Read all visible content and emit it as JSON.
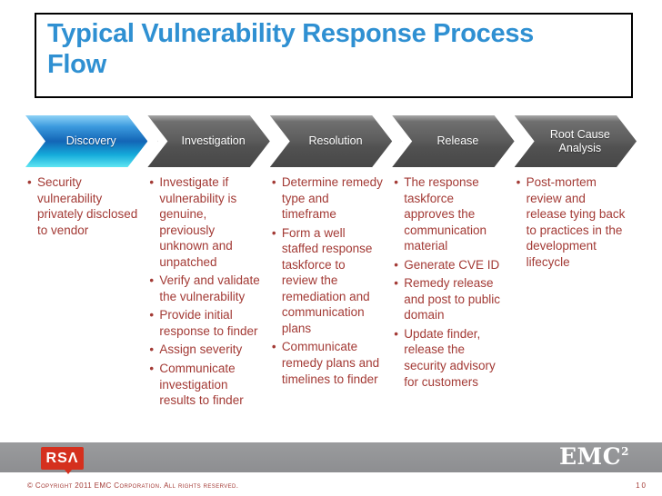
{
  "slide": {
    "title": "Typical Vulnerability Response Process Flow",
    "page_number": "10",
    "copyright": "© Copyright 2011 EMC Corporation. All rights reserved."
  },
  "stages": [
    {
      "label": "Discovery",
      "highlighted": true,
      "bullets": [
        "Security vulnerability privately disclosed to vendor"
      ]
    },
    {
      "label": "Investigation",
      "highlighted": false,
      "bullets": [
        "Investigate if vulnerability is genuine, previously unknown and unpatched",
        "Verify and validate the vulnerability",
        "Provide initial response to finder",
        "Assign severity",
        "Communicate investigation results to finder"
      ]
    },
    {
      "label": "Resolution",
      "highlighted": false,
      "bullets": [
        "Determine remedy type and timeframe",
        "Form a well staffed response taskforce to review the remediation and communication plans",
        "Communicate remedy plans and timelines to finder"
      ]
    },
    {
      "label": "Release",
      "highlighted": false,
      "bullets": [
        "The response taskforce approves the communication material",
        "Generate CVE ID",
        "Remedy release and post to public domain",
        "Update finder, release the security advisory for customers"
      ]
    },
    {
      "label": "Root Cause Analysis",
      "highlighted": false,
      "bullets": [
        "Post-mortem review and release tying back to practices in the development lifecycle"
      ]
    }
  ],
  "footer": {
    "rsa_logo_text": "RSΛ",
    "emc_logo_text": "EMC",
    "emc_logo_superscript": "2"
  },
  "colors": {
    "title_blue": "#2F90D2",
    "highlight_stage_blue": "#1E7FD0",
    "stage_gray": "#5C5C5C",
    "bullet_red": "#A33A35",
    "footer_bar_gray": "#909194",
    "rsa_red": "#D5301E"
  }
}
